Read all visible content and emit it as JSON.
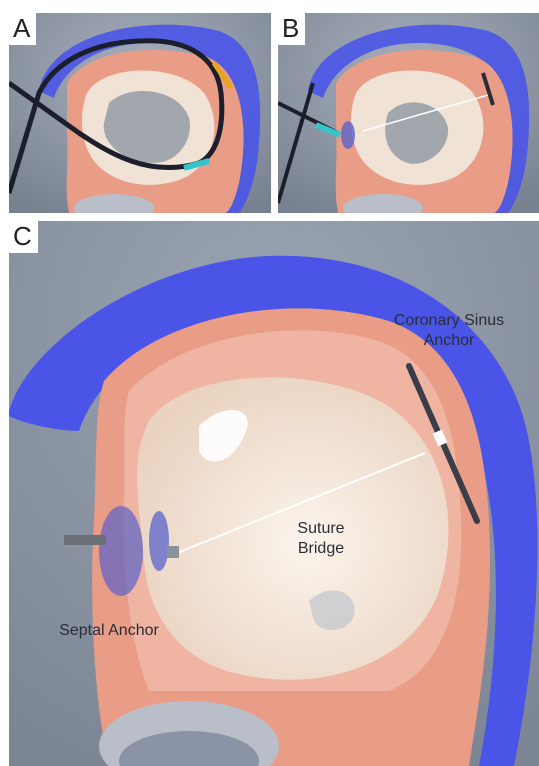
{
  "panels": [
    {
      "letter": "A"
    },
    {
      "letter": "B"
    },
    {
      "letter": "C"
    }
  ],
  "labels": {
    "coronary_sinus_anchor": "Coronary Sinus\nAnchor",
    "suture_bridge": "Suture\nBridge",
    "septal_anchor": "Septal Anchor"
  },
  "colors": {
    "background": "#8a94a6",
    "coronary_sinus": "#4a55e8",
    "atrial_wall": "#e99c86",
    "valve_tissue": "#f1e2d6",
    "orifice": "#8f97a3"
  }
}
